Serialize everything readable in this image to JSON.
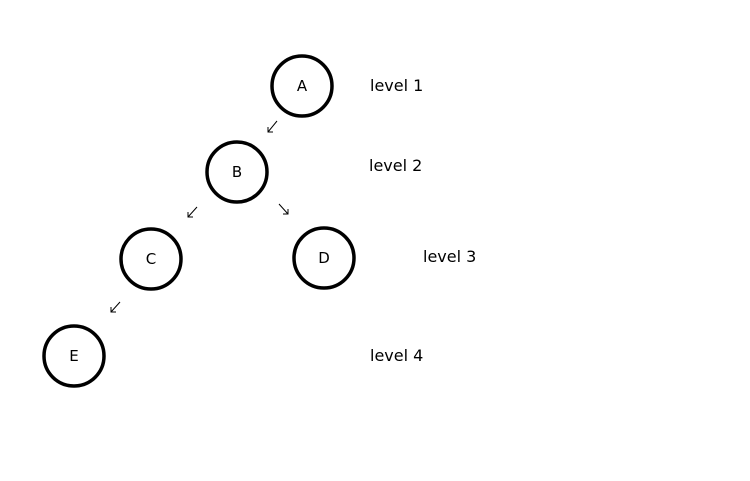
{
  "nodes": [
    {
      "id": "A",
      "label": "A"
    },
    {
      "id": "B",
      "label": "B"
    },
    {
      "id": "C",
      "label": "C"
    },
    {
      "id": "D",
      "label": "D"
    },
    {
      "id": "E",
      "label": "E"
    }
  ],
  "edges": [
    {
      "from": "A",
      "to": "B"
    },
    {
      "from": "B",
      "to": "C"
    },
    {
      "from": "B",
      "to": "D"
    },
    {
      "from": "C",
      "to": "E"
    }
  ],
  "levels": [
    {
      "label": "level 1"
    },
    {
      "label": "level 2"
    },
    {
      "label": "level 3"
    },
    {
      "label": "level 4"
    }
  ]
}
